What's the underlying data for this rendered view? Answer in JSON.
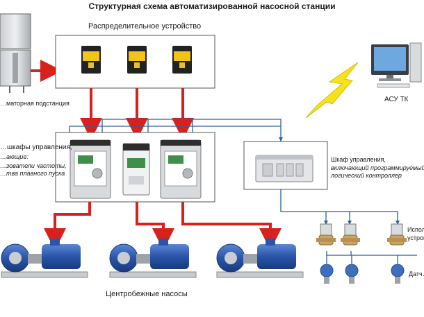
{
  "title": "Структурная схема автоматизированной насосной станции",
  "labels": {
    "switchgear": "Распределительное устройство",
    "substation": "…маторная подстанция",
    "scada": "АСУ ТК",
    "cabinets_l1": "…шкафы управления,",
    "cabinets_l2": "…ающие:",
    "cabinets_l3": "…зователи частоты,",
    "cabinets_l4": "…тва плавного пуска",
    "plc_l1": "Шкаф управления,",
    "plc_l2": "включающий программируемый",
    "plc_l3": "логический контроллер",
    "actuators_l1": "Испол…",
    "actuators_l2": "устрой…",
    "sensors": "Датч…",
    "pumps": "Центробежные насосы"
  },
  "colors": {
    "power_line": "#d9201c",
    "signal_line": "#2b5f9e",
    "pump_body": "#2a55a8",
    "frame": "#555555"
  },
  "icons": [
    "transformer-cabinet-icon",
    "circuit-breaker-icon",
    "frequency-drive-icon",
    "soft-starter-icon",
    "plc-icon",
    "computer-icon",
    "lightning-icon",
    "valve-actuator-icon",
    "pressure-sensor-icon",
    "centrifugal-pump-icon"
  ]
}
